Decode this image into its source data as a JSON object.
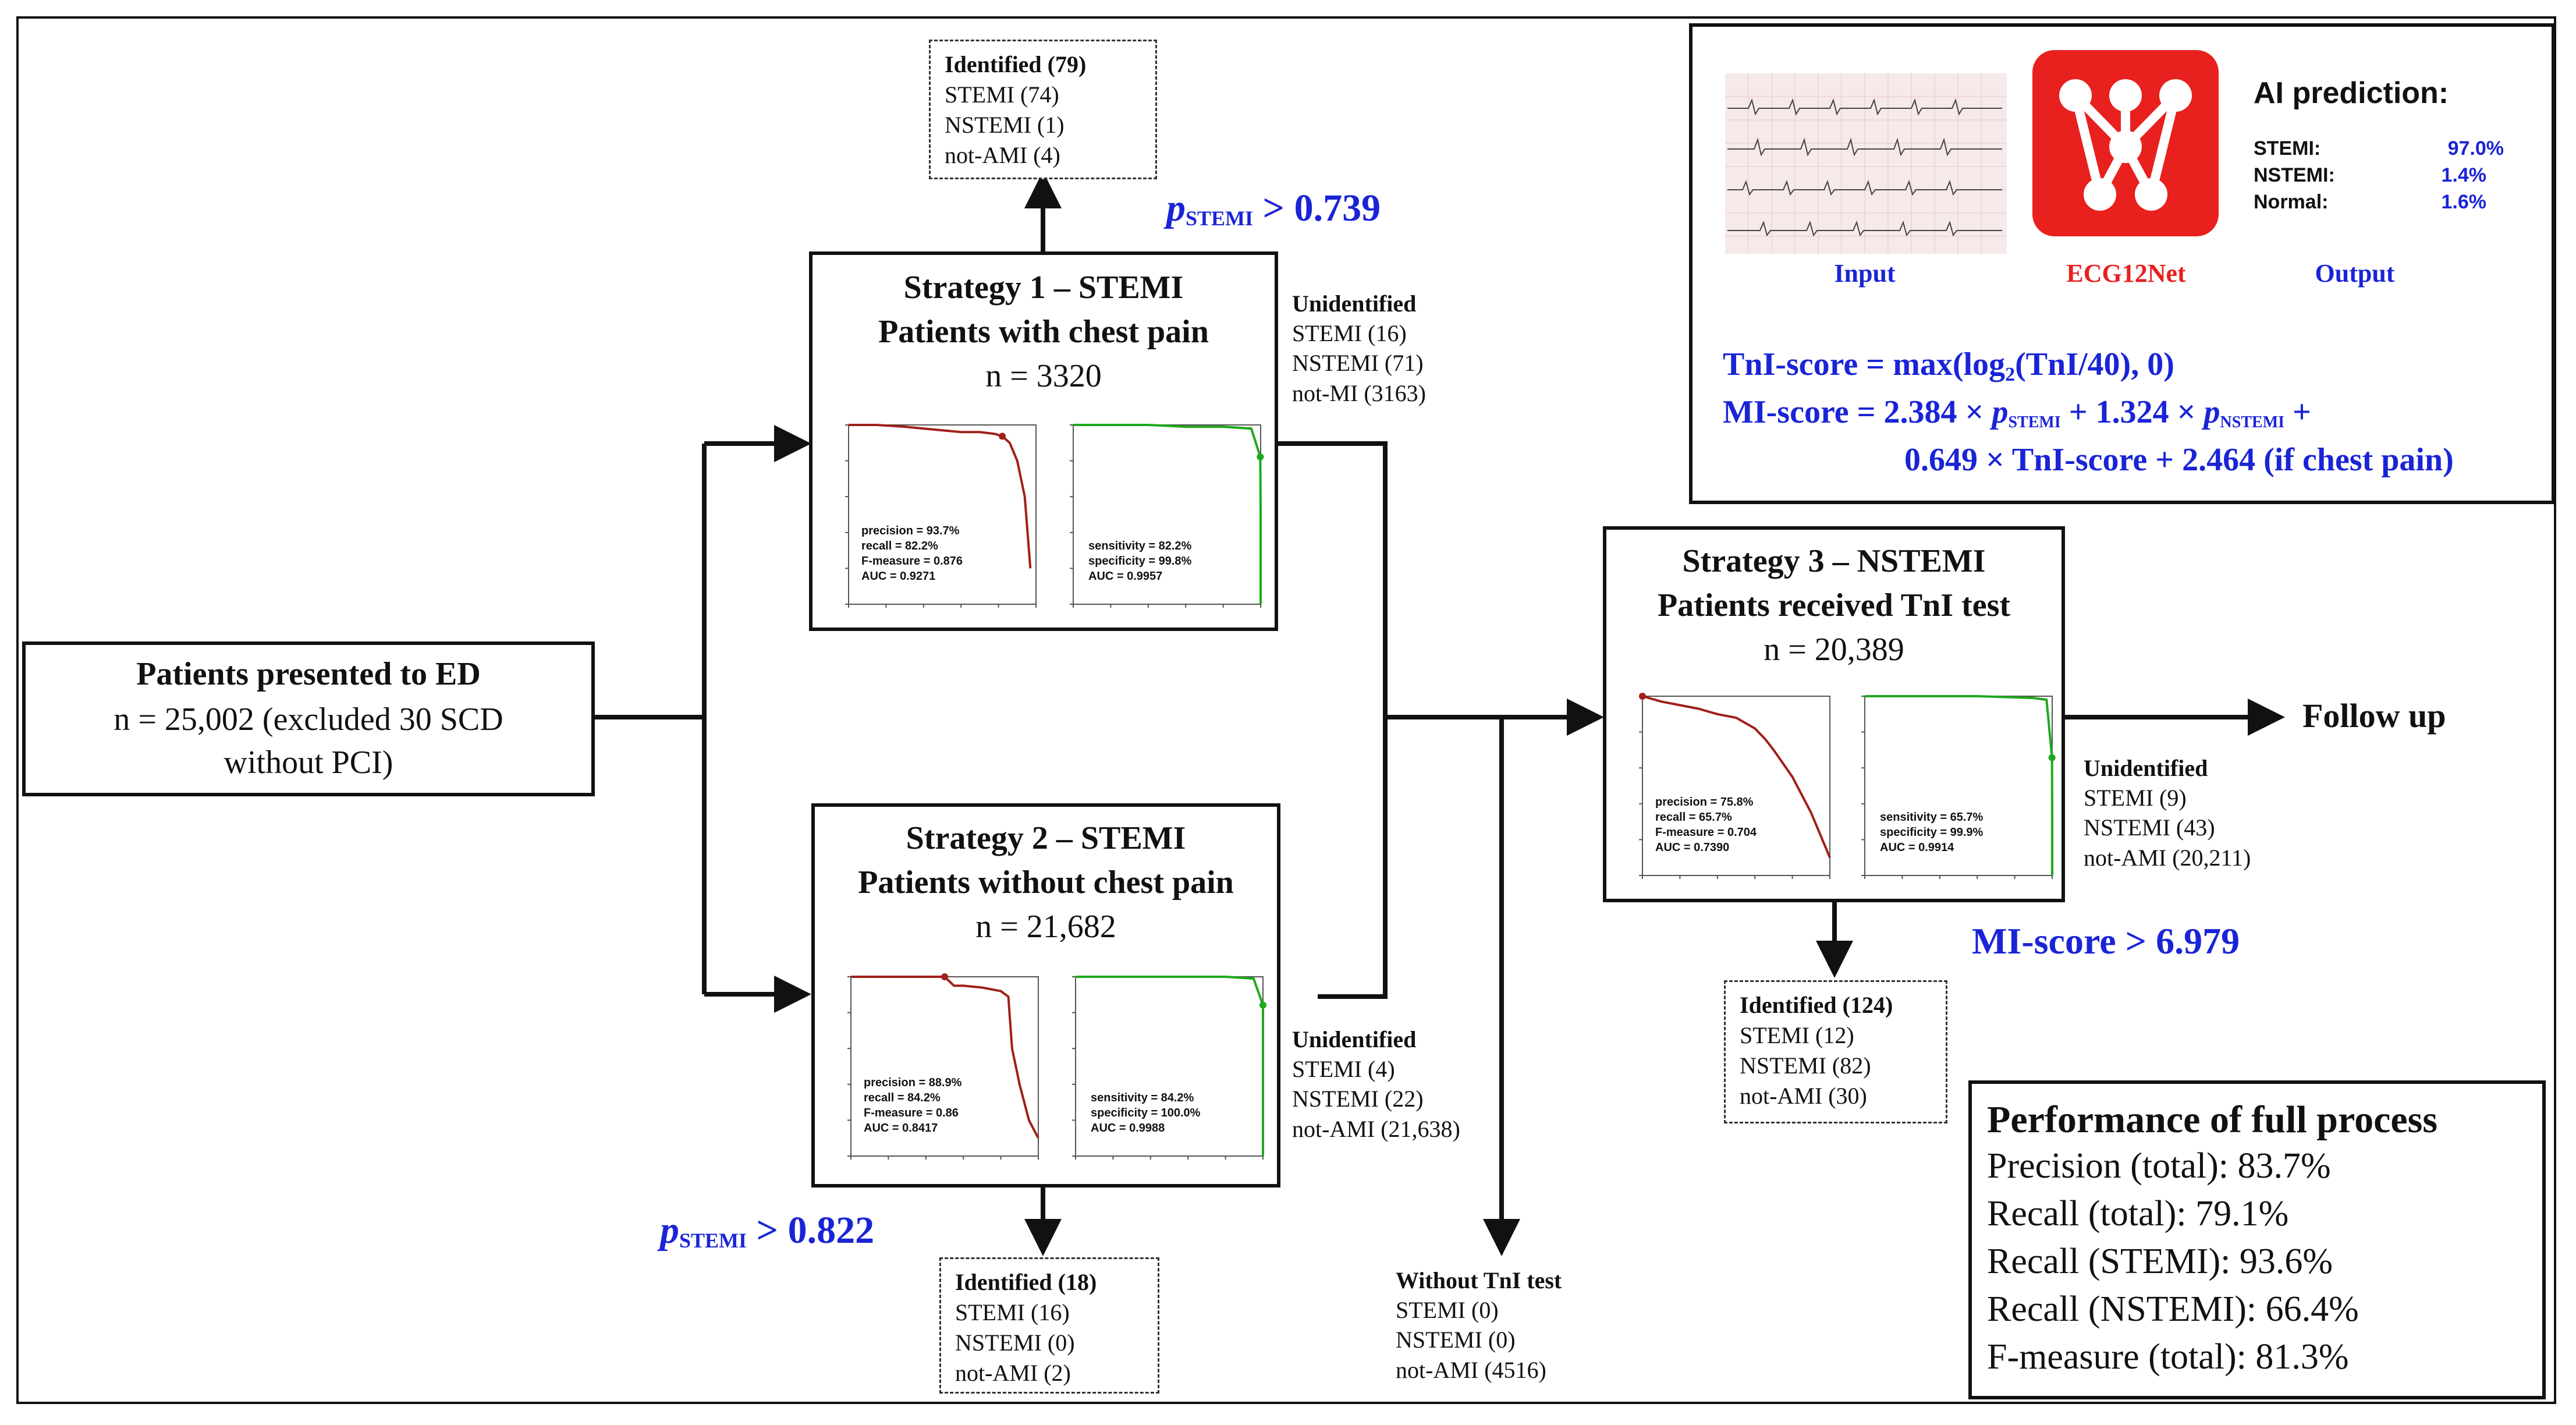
{
  "patients": {
    "title": "Patients presented to ED",
    "line2": "n = 25,002 (excluded 30 SCD",
    "line3": "without PCI)"
  },
  "strategy1": {
    "title": "Strategy 1 – STEMI",
    "subtitle": "Patients with chest pain",
    "n": "n = 3320",
    "pr_curve": {
      "x": [
        0.0,
        0.15,
        0.3,
        0.4,
        0.5,
        0.6,
        0.7,
        0.78,
        0.82,
        0.86,
        0.9,
        0.94,
        0.97
      ],
      "y": [
        1.0,
        1.0,
        0.99,
        0.98,
        0.97,
        0.96,
        0.96,
        0.95,
        0.937,
        0.9,
        0.8,
        0.6,
        0.2
      ],
      "stats": [
        "precision = 93.7%",
        "recall = 82.2%",
        "F-measure = 0.876",
        "AUC = 0.9271"
      ]
    },
    "roc_curve": {
      "x": [
        0.0,
        0.2,
        0.4,
        0.6,
        0.8,
        0.95,
        0.998,
        1.0,
        1.0
      ],
      "y": [
        1.0,
        1.0,
        1.0,
        0.99,
        0.99,
        0.98,
        0.822,
        0.5,
        0.0
      ],
      "stats": [
        "sensitivity = 82.2%",
        "specificity = 99.8%",
        "AUC = 0.9957"
      ]
    },
    "unidentified": {
      "header": "Unidentified",
      "items": [
        "STEMI (16)",
        "NSTEMI (71)",
        "not-MI (3163)"
      ]
    },
    "identified": {
      "header": "Identified (79)",
      "items": [
        "STEMI (74)",
        "NSTEMI (1)",
        "not-AMI (4)"
      ]
    },
    "threshold_p": "p",
    "threshold_sub": "STEMI",
    "threshold_val": " > 0.739"
  },
  "strategy2": {
    "title": "Strategy 2 – STEMI",
    "subtitle": "Patients without chest pain",
    "n": "n = 21,682",
    "pr_curve": {
      "x": [
        0.0,
        0.2,
        0.4,
        0.5,
        0.55,
        0.6,
        0.7,
        0.8,
        0.84,
        0.86,
        0.9,
        0.95,
        1.0
      ],
      "y": [
        1.0,
        1.0,
        1.0,
        1.0,
        0.95,
        0.95,
        0.94,
        0.92,
        0.889,
        0.6,
        0.4,
        0.2,
        0.1
      ],
      "stats": [
        "precision = 88.9%",
        "recall = 84.2%",
        "F-measure = 0.86",
        "AUC = 0.8417"
      ]
    },
    "roc_curve": {
      "x": [
        0.0,
        0.2,
        0.5,
        0.8,
        0.95,
        1.0,
        1.0,
        1.0
      ],
      "y": [
        1.0,
        1.0,
        1.0,
        1.0,
        0.99,
        0.842,
        0.5,
        0.0
      ],
      "stats": [
        "sensitivity = 84.2%",
        "specificity = 100.0%",
        "AUC = 0.9988"
      ]
    },
    "unidentified": {
      "header": "Unidentified",
      "items": [
        "STEMI (4)",
        "NSTEMI (22)",
        "not-AMI (21,638)"
      ]
    },
    "identified": {
      "header": "Identified (18)",
      "items": [
        "STEMI (16)",
        "NSTEMI (0)",
        "not-AMI (2)"
      ]
    },
    "threshold_p": "p",
    "threshold_sub": "STEMI",
    "threshold_val": " > 0.822"
  },
  "strategy3": {
    "title": "Strategy 3 – NSTEMI",
    "subtitle": "Patients received TnI test",
    "n": "n = 20,389",
    "pr_curve": {
      "x": [
        0.0,
        0.1,
        0.2,
        0.3,
        0.4,
        0.5,
        0.6,
        0.657,
        0.7,
        0.8,
        0.9,
        1.0
      ],
      "y": [
        1.0,
        0.97,
        0.95,
        0.93,
        0.9,
        0.88,
        0.82,
        0.758,
        0.7,
        0.55,
        0.35,
        0.1
      ],
      "stats": [
        "precision = 75.8%",
        "recall = 65.7%",
        "F-measure = 0.704",
        "AUC = 0.7390"
      ]
    },
    "roc_curve": {
      "x": [
        0.0,
        0.3,
        0.6,
        0.9,
        0.97,
        0.999,
        1.0,
        1.0
      ],
      "y": [
        1.0,
        1.0,
        1.0,
        0.99,
        0.98,
        0.657,
        0.3,
        0.0
      ],
      "stats": [
        "sensitivity = 65.7%",
        "specificity = 99.9%",
        "AUC = 0.9914"
      ]
    },
    "unidentified": {
      "header": "Unidentified",
      "items": [
        "STEMI (9)",
        "NSTEMI (43)",
        "not-AMI (20,211)"
      ]
    },
    "identified": {
      "header": "Identified (124)",
      "items": [
        "STEMI (12)",
        "NSTEMI (82)",
        "not-AMI (30)"
      ]
    },
    "threshold": "MI-score > 6.979"
  },
  "without_tni": {
    "header": "Without TnI test",
    "items": [
      "STEMI (0)",
      "NSTEMI (0)",
      "not-AMI (4516)"
    ]
  },
  "follow_up": "Follow up",
  "ai_box": {
    "prediction_title": "AI prediction:",
    "rows": [
      {
        "label": "STEMI:",
        "value": "97.0%"
      },
      {
        "label": "NSTEMI:",
        "value": "1.4%"
      },
      {
        "label": "Normal:",
        "value": "1.6%"
      }
    ],
    "captions": {
      "input": "Input",
      "model": "ECG12Net",
      "output": "Output"
    },
    "formula1": {
      "a": "TnI-score = max(log",
      "sub": "2",
      "b": "(TnI/40), 0)"
    },
    "formula2": {
      "a": "MI-score = 2.384 × ",
      "p1": "p",
      "s1": "STEMI",
      "b": " + 1.324 × ",
      "p2": "p",
      "s2": "NSTEMI",
      "c": " +"
    },
    "formula3": "0.649 × TnI-score + 2.464 (if chest pain)",
    "colors": {
      "model": "#e8201e",
      "blue": "#1a24d6"
    }
  },
  "performance": {
    "title": "Performance of full process",
    "lines": [
      "Precision (total): 83.7%",
      "Recall (total): 79.1%",
      "Recall (STEMI): 93.6%",
      "Recall (NSTEMI): 66.4%",
      "F-measure (total): 81.3%"
    ]
  },
  "colors": {
    "pr_curve": "#a0201a",
    "roc_curve": "#1ea81e"
  }
}
